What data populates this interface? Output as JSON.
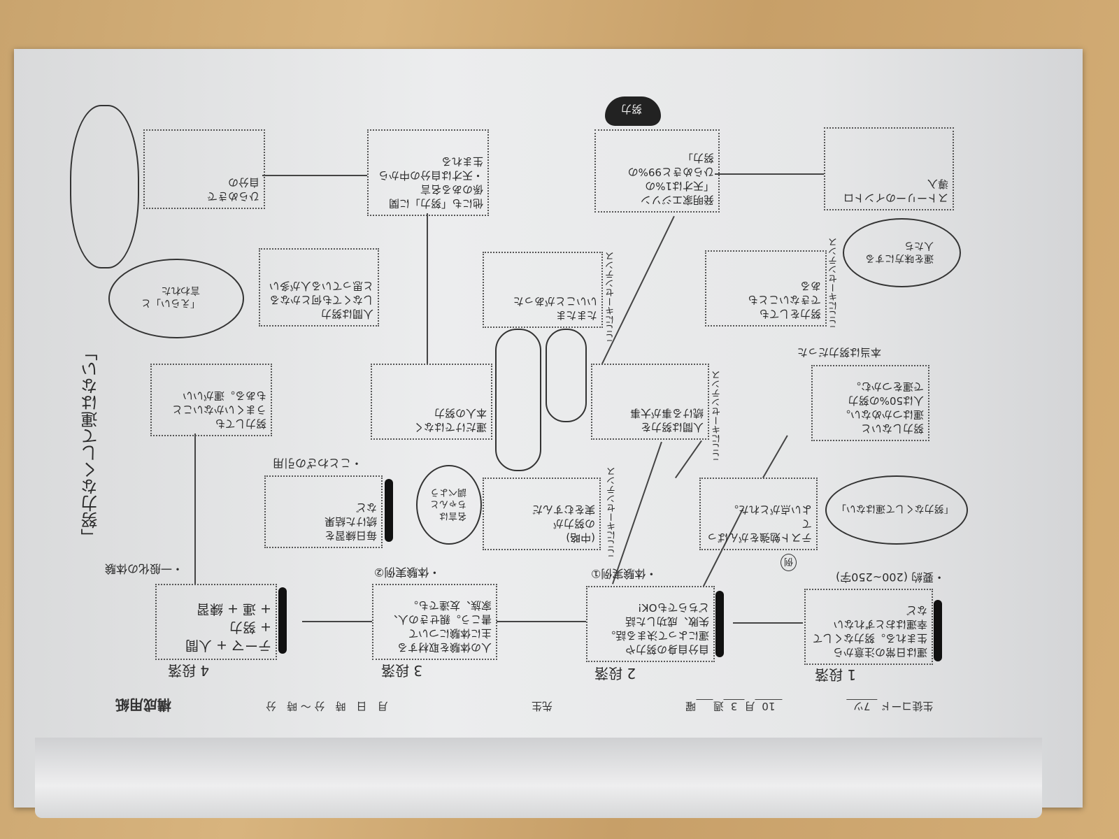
{
  "sheet": {
    "title": "構成用紙",
    "header": {
      "student_code_label": "生徒コード",
      "student_code": "7ツ",
      "month": "10",
      "month_label": "月",
      "week": "3",
      "week_label": "週",
      "day_label": "曜",
      "teacher_label": "先生",
      "date_time": "月　日　時　分 ～ 時　分"
    },
    "paragraphs": [
      {
        "label": "1 段落",
        "text": "運は日常の注意から\n生まれる。努力なくして\n幸運はおとずれない\nなど"
      },
      {
        "label": "2 段落",
        "text": "自分自身の努力や\n運によって決まる話。\n失敗、成功した話\nどちらでもOK!"
      },
      {
        "label": "3 段落",
        "text": "人の体験を取材する\n主に体験について\n書こう。親せきの人、\n家族、友達でも。"
      },
      {
        "label": "4 段落",
        "text": "テーマ + 人間\n+ 努力\n+ 運 + 練習"
      }
    ],
    "bullets": {
      "summary": "・要約 (200~250字)",
      "example1": "・体験実例①",
      "example2": "・体験実例②",
      "general": "・一般化の体験",
      "quote": "・ことわざの引用"
    },
    "top_boxes": [
      {
        "text": "ストーリーのイントロ\n導入"
      },
      {
        "text": "発明家エジソン\n「天才は1%の\nひらめきと99%の\n努力」"
      },
      {
        "text": "他にも「努力」に関\n係のある名言\n・天才は自分の中から\n生まれる"
      },
      {
        "text": "ひらめきで\n自分の"
      }
    ],
    "middle_boxes": [
      {
        "text": "努力をしても\nできないことも\nある"
      },
      {
        "text": "たまたま\nいいことがあった"
      },
      {
        "text": "人間は努力\nしなくても何とかなる\nと思っている人が多い"
      }
    ],
    "lower_boxes": [
      {
        "text": "努力しても\nうまくいかないこと\nもある。運がいい"
      },
      {
        "text": "運だけではなく\n本人の努力"
      },
      {
        "text": "人間は努力を\n続ける事が大事"
      },
      {
        "text": "努力しないと\n運はつかめない。\n人は50%の努力\nで運をつかむ。"
      }
    ],
    "row4_boxes": [
      {
        "text": "テスト勉強をがんばって\nよい点がとれた。"
      },
      {
        "text": "(中略)\nの努力が\n実をむすんだ"
      },
      {
        "text": "毎日練習を\n続けた結果\nなど"
      }
    ],
    "notes": {
      "edison_caption": "努力",
      "arrow_note": "本当は努力だった",
      "cloud1": "「努力なくして運はない」",
      "cloud2": "運を味方にする\n人たち",
      "cloud3": "「えらい」と\n言われた",
      "cloud4": "名言は\nちゃんと\n調べよう",
      "side1": "ここにキーセンテンス",
      "side2": "ここにキーセンテンス",
      "side3": "ここにキーセンテンス",
      "side4": "ここにキーセンテンス",
      "label_example": "例"
    }
  }
}
